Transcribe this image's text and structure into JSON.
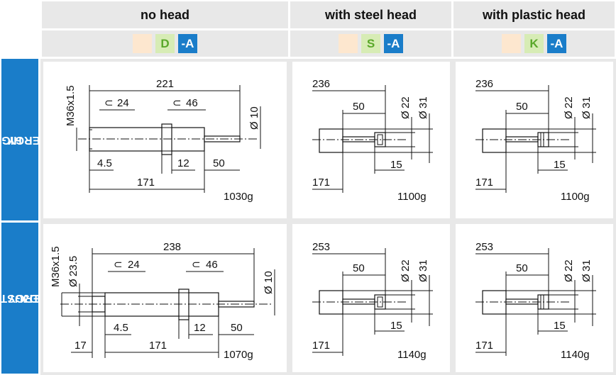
{
  "columns": [
    {
      "title": "no head",
      "codes": [
        "",
        "D",
        "-A"
      ]
    },
    {
      "title": "with steel head",
      "codes": [
        "",
        "S",
        "-A"
      ]
    },
    {
      "title": "with plastic head",
      "codes": [
        "",
        "K",
        "-A"
      ]
    }
  ],
  "rows": [
    {
      "label_line1": "HIGH",
      "label_line2": "ENERGY"
    },
    {
      "label_line1": "ADJUSTABLE",
      "label_line2": "ENERGY"
    }
  ],
  "high_nohead": {
    "thread": "M36x1.5",
    "length": "221",
    "wrench1": "24",
    "wrench2": "46",
    "rod_dia": "10",
    "d1": "4.5",
    "d2": "12",
    "stroke": "50",
    "body_len": "171",
    "weight": "1030g"
  },
  "high_steel": {
    "length": "236",
    "stroke": "50",
    "dia1": "22",
    "dia2": "31",
    "head": "15",
    "body_len": "171",
    "weight": "1100g"
  },
  "high_plastic": {
    "length": "236",
    "stroke": "50",
    "dia1": "22",
    "dia2": "31",
    "head": "15",
    "body_len": "171",
    "weight": "1100g"
  },
  "adj_nohead": {
    "thread": "M36x1.5",
    "adj_dia": "23.5",
    "length": "238",
    "wrench1": "24",
    "wrench2": "46",
    "rod_dia": "10",
    "d1": "4.5",
    "d2": "12",
    "stroke": "50",
    "adj_len": "17",
    "body_len": "171",
    "weight": "1070g"
  },
  "adj_steel": {
    "length": "253",
    "stroke": "50",
    "dia1": "22",
    "dia2": "31",
    "head": "15",
    "body_len": "171",
    "weight": "1140g"
  },
  "adj_plastic": {
    "length": "253",
    "stroke": "50",
    "dia1": "22",
    "dia2": "31",
    "head": "15",
    "body_len": "171",
    "weight": "1140g"
  },
  "symbols": {
    "diameter": "Ø",
    "wrench": "⊂"
  }
}
